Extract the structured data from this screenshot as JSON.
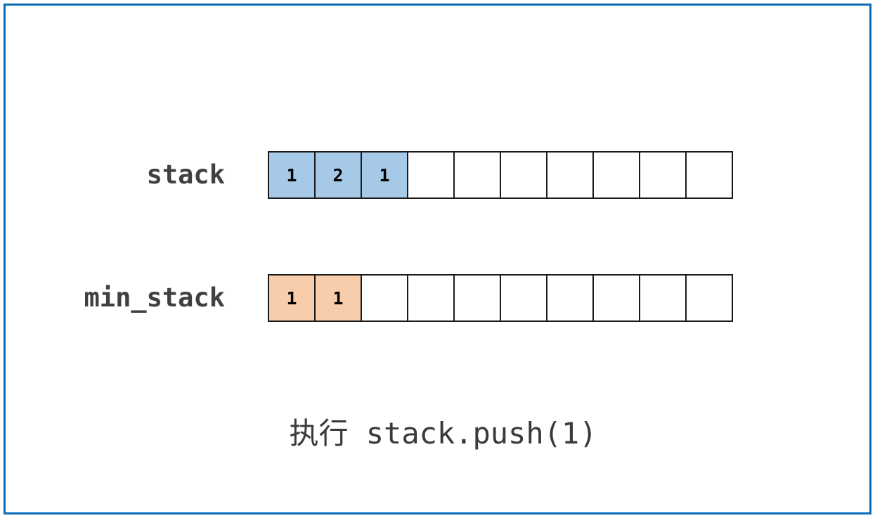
{
  "frame": {
    "border_color": "#0a6cb8"
  },
  "colors": {
    "stack_fill": "#a6c9e8",
    "min_stack_fill": "#f8cdab",
    "cell_border": "#1a1a1a",
    "label_text": "#404040",
    "caption_text": "#3a3a3a",
    "background": "#ffffff"
  },
  "rows": [
    {
      "label": "stack",
      "capacity": 10,
      "fill_style": "blue",
      "values": [
        "1",
        "2",
        "1"
      ],
      "cells": [
        {
          "value": "1",
          "filled": true
        },
        {
          "value": "2",
          "filled": true
        },
        {
          "value": "1",
          "filled": true
        },
        {
          "value": "",
          "filled": false
        },
        {
          "value": "",
          "filled": false
        },
        {
          "value": "",
          "filled": false
        },
        {
          "value": "",
          "filled": false
        },
        {
          "value": "",
          "filled": false
        },
        {
          "value": "",
          "filled": false
        },
        {
          "value": "",
          "filled": false
        }
      ]
    },
    {
      "label": "min_stack",
      "capacity": 10,
      "fill_style": "orange",
      "values": [
        "1",
        "1"
      ],
      "cells": [
        {
          "value": "1",
          "filled": true
        },
        {
          "value": "1",
          "filled": true
        },
        {
          "value": "",
          "filled": false
        },
        {
          "value": "",
          "filled": false
        },
        {
          "value": "",
          "filled": false
        },
        {
          "value": "",
          "filled": false
        },
        {
          "value": "",
          "filled": false
        },
        {
          "value": "",
          "filled": false
        },
        {
          "value": "",
          "filled": false
        },
        {
          "value": "",
          "filled": false
        }
      ]
    }
  ],
  "caption": {
    "text": "执行 stack.push(1)",
    "action_prefix": "执行",
    "operation": "stack.push(1)"
  }
}
